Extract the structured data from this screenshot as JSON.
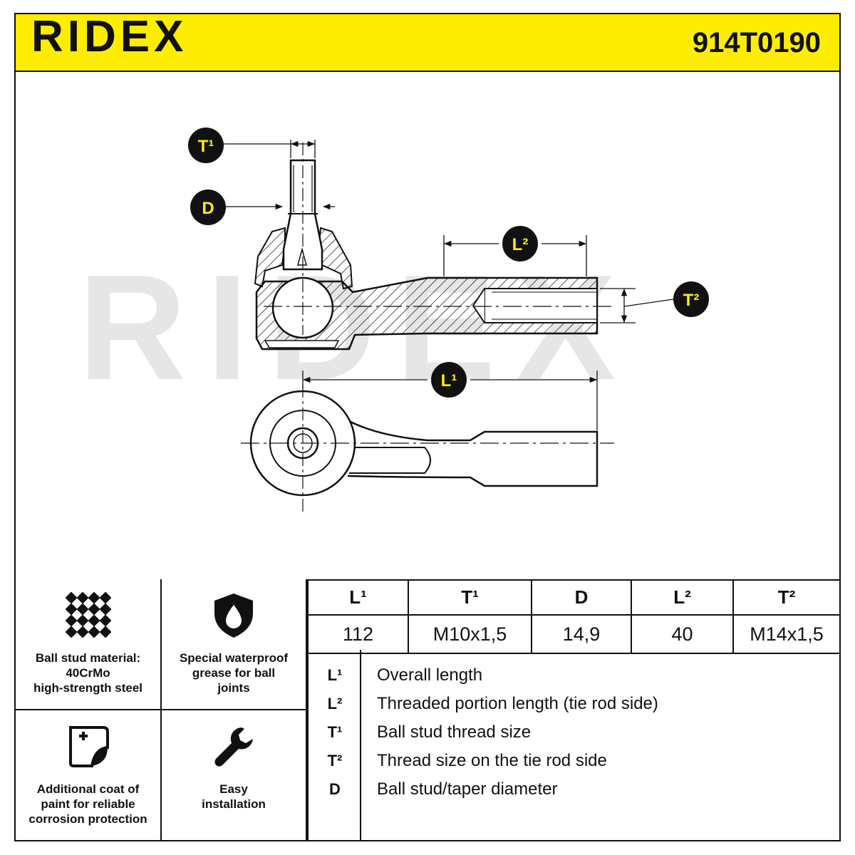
{
  "header": {
    "brand": "RIDEX",
    "part_number": "914T0190"
  },
  "drawing": {
    "watermark": "RIDEX",
    "labels": {
      "t1": "T¹",
      "d": "D",
      "l2": "L²",
      "t2": "T²",
      "l1": "L¹"
    }
  },
  "features": [
    {
      "icon": "steel-grid-icon",
      "caption": [
        "Ball stud material:",
        "40CrMo",
        "high-strength steel"
      ]
    },
    {
      "icon": "shield-drop-icon",
      "caption": [
        "Special waterproof",
        "grease for ball",
        "joints"
      ]
    },
    {
      "icon": "paint-sheet-icon",
      "caption": [
        "Additional coat of",
        "paint for reliable",
        "corrosion protection"
      ]
    },
    {
      "icon": "wrench-icon",
      "caption": [
        "Easy",
        "installation"
      ]
    }
  ],
  "specs": {
    "headers": [
      "L¹",
      "T¹",
      "D",
      "L²",
      "T²"
    ],
    "values": [
      "112",
      "M10x1,5",
      "14,9",
      "40",
      "M14x1,5"
    ]
  },
  "legend": [
    {
      "symbol": "L¹",
      "text": "Overall length"
    },
    {
      "symbol": "L²",
      "text": "Threaded portion length (tie rod side)"
    },
    {
      "symbol": "T¹",
      "text": "Ball stud thread size"
    },
    {
      "symbol": "T²",
      "text": "Thread size on the tie rod side"
    },
    {
      "symbol": "D",
      "text": "Ball stud/taper diameter"
    }
  ],
  "colors": {
    "accent": "#ffed00",
    "ink": "#111111",
    "watermark": "#e6e6e6"
  }
}
